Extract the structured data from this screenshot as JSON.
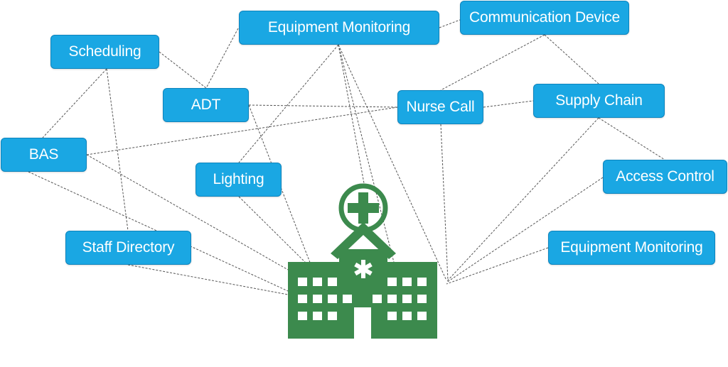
{
  "nodes": {
    "scheduling": "Scheduling",
    "equipment_monitoring_top": "Equipment Monitoring",
    "communication_device": "Communication Device",
    "adt": "ADT",
    "nurse_call": "Nurse Call",
    "supply_chain": "Supply Chain",
    "bas": "BAS",
    "lighting": "Lighting",
    "access_control": "Access Control",
    "staff_directory": "Staff Directory",
    "equipment_monitoring_right": "Equipment Monitoring"
  },
  "icons": {
    "hospital": "hospital-building-icon",
    "medical_cross": "medical-cross-icon",
    "star_of_life": "star-of-life-icon"
  },
  "colors": {
    "node_fill": "#1aa7e3",
    "node_border": "#0d84bd",
    "node_text": "#ffffff",
    "hospital": "#3c8a4d",
    "connector": "#555555"
  }
}
